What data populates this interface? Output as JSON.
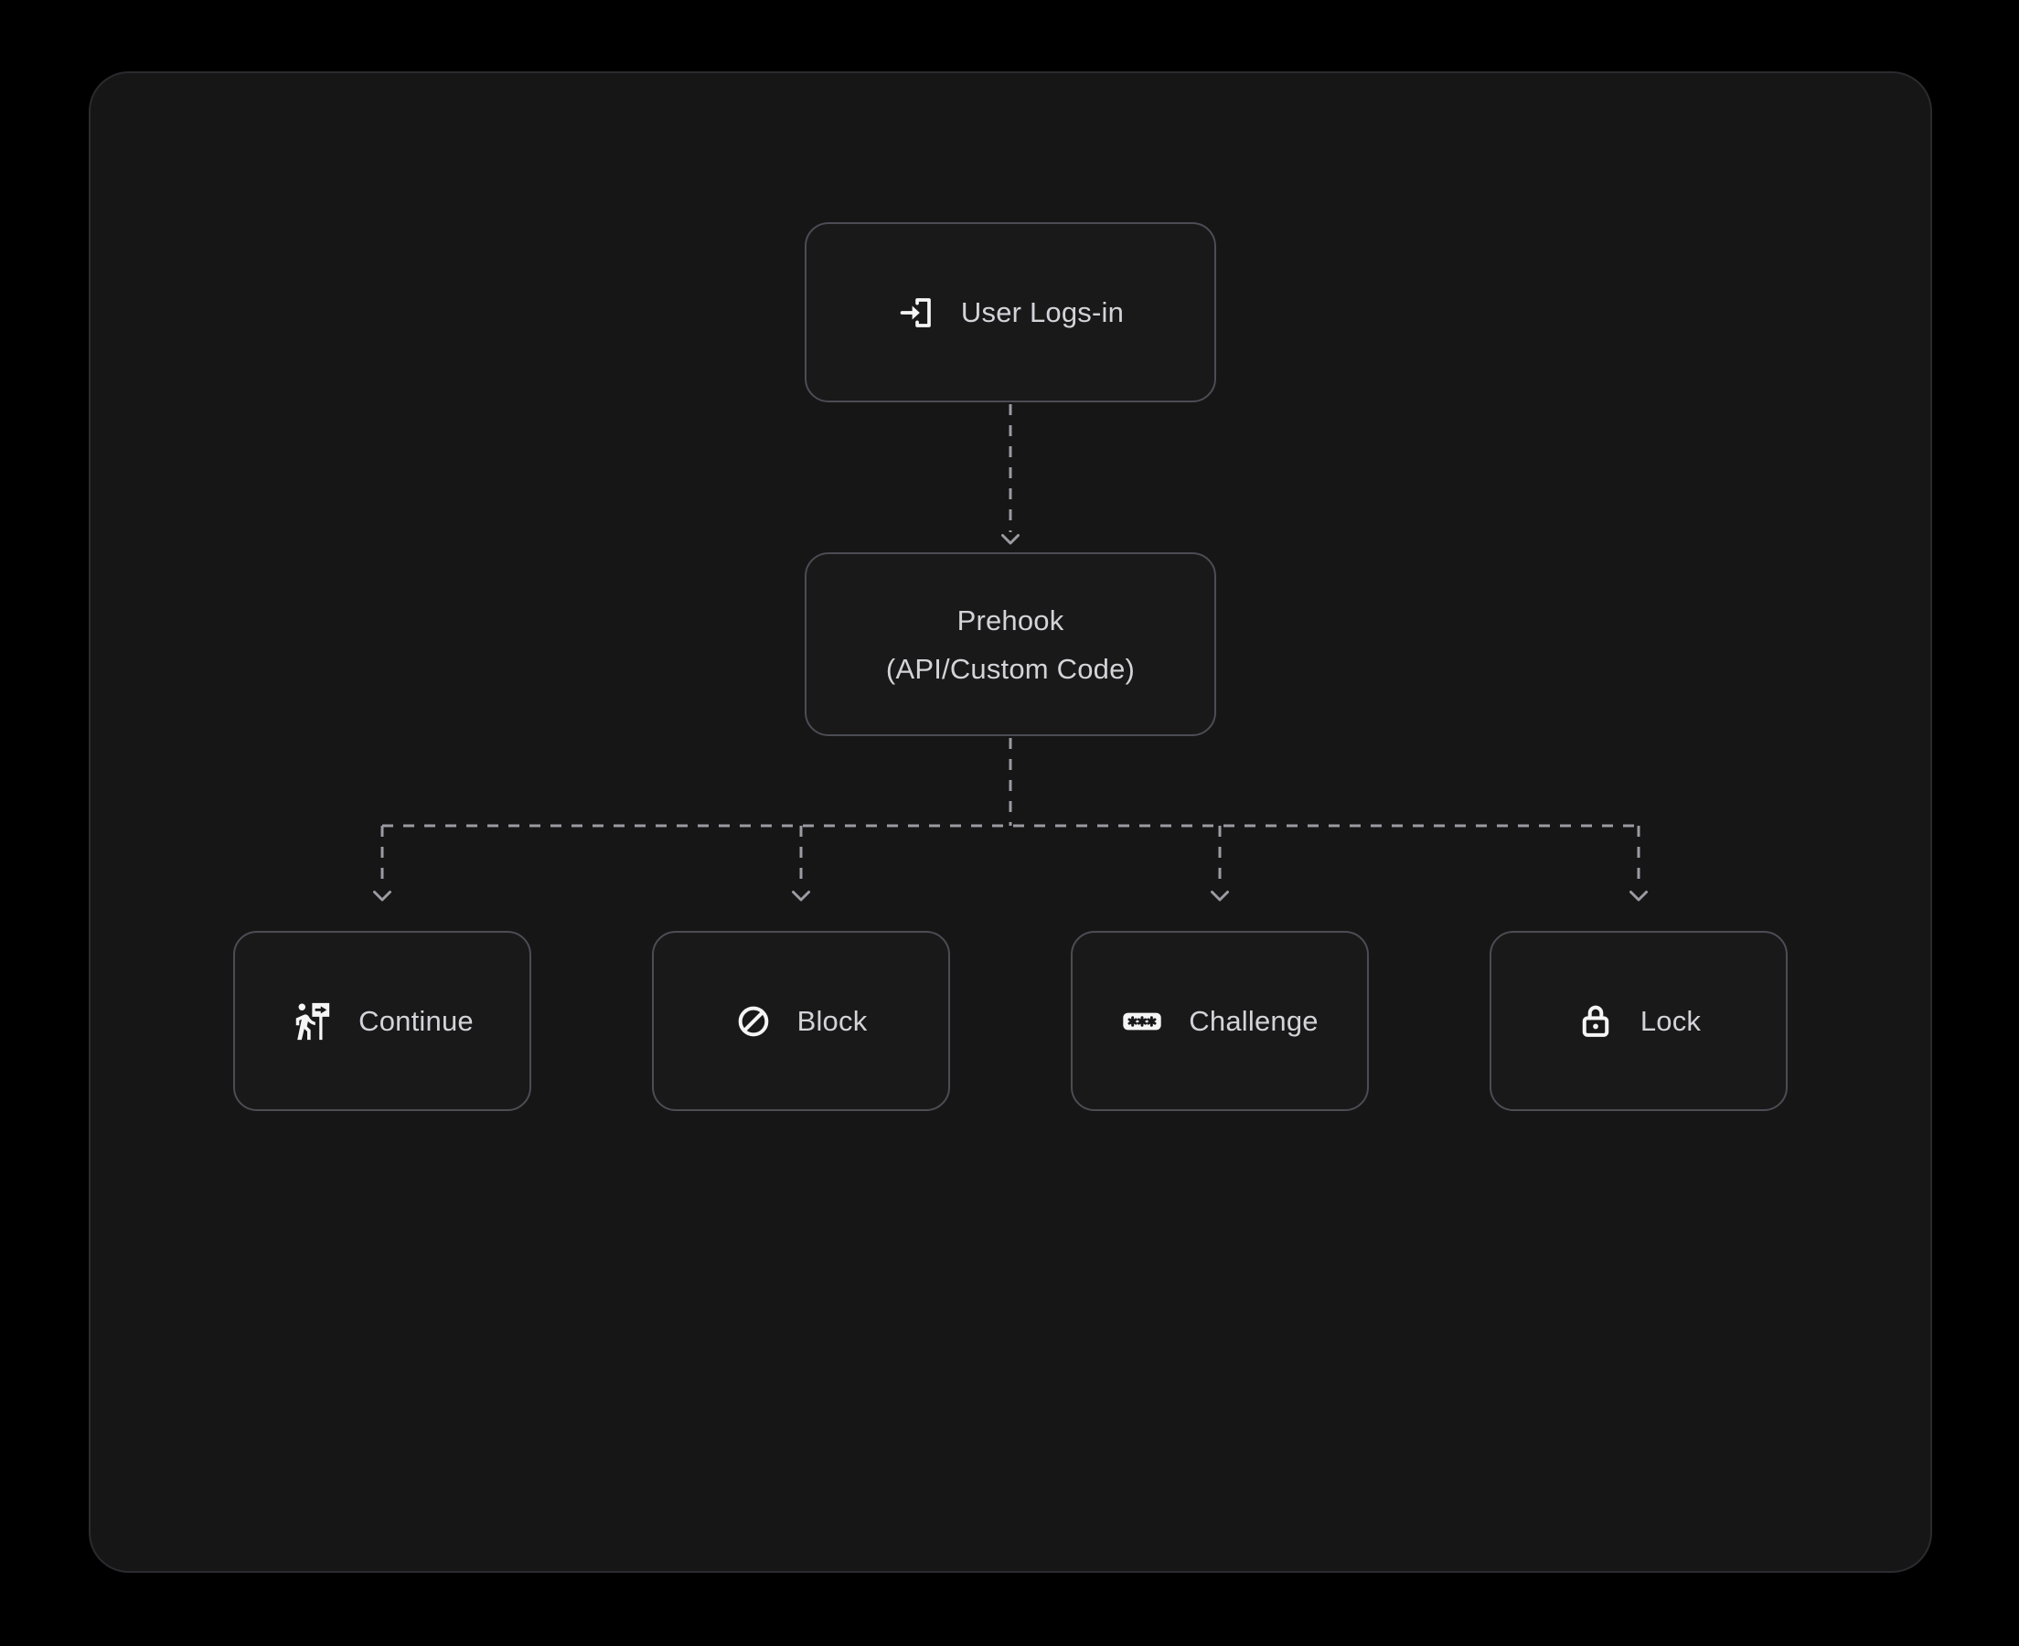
{
  "theme": {
    "page_bg": "#000000",
    "panel_bg": "#161616",
    "panel_border": "#2b2b2f",
    "node_bg": "#19191a",
    "node_border": "#4c4c54",
    "node_text": "#d3d3d8",
    "icon_color": "#f5f5f6",
    "connector_color": "#9b9ba2"
  },
  "diagram": {
    "nodes": {
      "root": {
        "label": "User Logs-in",
        "icon": "login-icon"
      },
      "prehook": {
        "title": "Prehook",
        "subtitle": "(API/Custom Code)"
      },
      "outcomes": [
        {
          "label": "Continue",
          "icon": "follow-the-signs-icon"
        },
        {
          "label": "Block",
          "icon": "block-icon"
        },
        {
          "label": "Challenge",
          "icon": "password-icon"
        },
        {
          "label": "Lock",
          "icon": "lock-icon"
        }
      ]
    },
    "edges": [
      {
        "from": "User Logs-in",
        "to": "Prehook (API/Custom Code)"
      },
      {
        "from": "Prehook (API/Custom Code)",
        "to": "Continue"
      },
      {
        "from": "Prehook (API/Custom Code)",
        "to": "Block"
      },
      {
        "from": "Prehook (API/Custom Code)",
        "to": "Challenge"
      },
      {
        "from": "Prehook (API/Custom Code)",
        "to": "Lock"
      }
    ]
  }
}
